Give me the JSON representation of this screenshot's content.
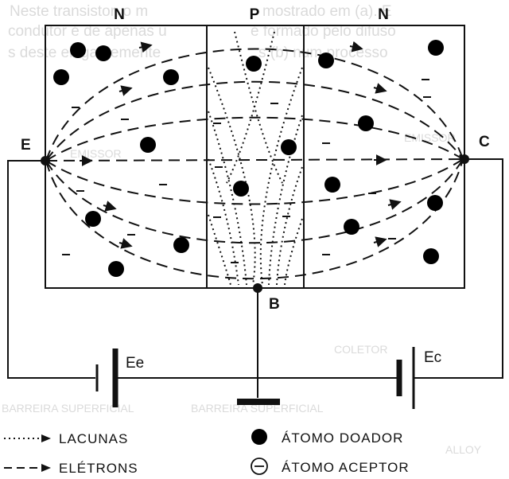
{
  "regions": {
    "left": "N",
    "middle": "P",
    "right": "N"
  },
  "terminals": {
    "emitter": "E",
    "collector": "C",
    "base": "B"
  },
  "batteries": {
    "emitter": "Ee",
    "collector": "Ec"
  },
  "legend": {
    "holes": "LACUNAS",
    "electrons": "ELÉTRONS",
    "donor": "ÁTOMO DOADOR",
    "acceptor": "ÁTOMO ACEPTOR"
  },
  "background_text": {
    "top_left": "mostrado em (a). E",
    "top_left_2": "é formado pelo difuso",
    "top_left_3": "s (b) num processo",
    "top_right": "Neste transistor, o m",
    "top_right_2": "condutor é de apenas u",
    "top_right_3": "s deste elegantemente",
    "mid_1": "EMISSOR",
    "mid_2": "EMISSOR",
    "bottom_1": "COLETOR",
    "bottom_2": "BARREIRA SUPERFICIAL",
    "bottom_3": "BARREIRA SUPERFICIAL",
    "bottom_4": "ALLOY"
  }
}
